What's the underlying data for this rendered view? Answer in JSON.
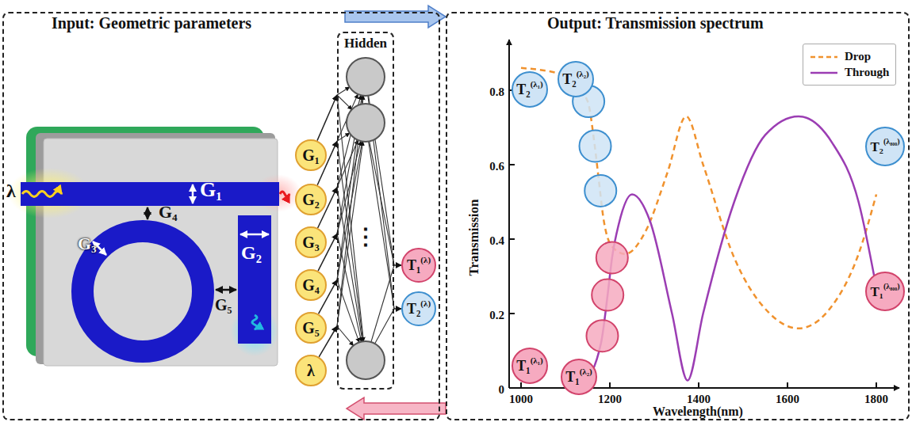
{
  "diagram": {
    "nodes": [
      {
        "text": [
          "Input: Geometric parameters"
        ]
      },
      {
        "text": [
          "G₁"
        ],
        "in": 0
      },
      {
        "text": [
          "G₂"
        ],
        "in": 0
      },
      {
        "text": [
          "G₃"
        ],
        "in": 0
      },
      {
        "text": [
          "G₄"
        ],
        "in": 0
      },
      {
        "text": [
          "G₅"
        ],
        "in": 0
      },
      {
        "text": [
          "λ"
        ],
        "in": 0
      },
      {
        "text": [
          "Hidden",
          "⋮"
        ],
        "in": 0
      },
      {
        "text": [
          "T₁",
          "(λ)"
        ],
        "in": 0
      },
      {
        "text": [
          "T₂",
          "(λ)"
        ],
        "in": 0
      },
      {
        "text": [
          "Output: Transmission spectrum"
        ]
      },
      {
        "text": [
          "T₂",
          "(λ₁)"
        ],
        "in": 10
      },
      {
        "text": [
          "T₂",
          "(λ₂)"
        ],
        "in": 10
      },
      {
        "text": [
          "T₁",
          "(λ₁)"
        ],
        "in": 10
      },
      {
        "text": [
          "T₁",
          "(λ₂)"
        ],
        "in": 10
      },
      {
        "text": [
          "T₂",
          "(λ₈₀₀)"
        ],
        "in": 10
      },
      {
        "text": [
          "T₁",
          "(λ₈₀₀)"
        ],
        "in": 10
      }
    ],
    "edges": [
      {
        "from": 1,
        "to": 7,
        "arrow": "to"
      },
      {
        "from": 2,
        "to": 7,
        "arrow": "to"
      },
      {
        "from": 3,
        "to": 7,
        "arrow": "to"
      },
      {
        "from": 4,
        "to": 7,
        "arrow": "to"
      },
      {
        "from": 5,
        "to": 7,
        "arrow": "to"
      },
      {
        "from": 6,
        "to": 7,
        "arrow": "to"
      },
      {
        "from": 7,
        "to": 8,
        "arrow": "to"
      },
      {
        "from": 7,
        "to": 9,
        "arrow": "to"
      },
      {
        "from": 0,
        "to": 10,
        "arrow": "to"
      },
      {
        "from": 10,
        "to": 0,
        "arrow": "to"
      }
    ],
    "labels": [
      "λ",
      "G₁",
      "G₄",
      "G₃",
      "G₂",
      "G₅",
      "Transmission",
      "0",
      "0.2",
      "0.4",
      "0.6",
      "0.8",
      "1000",
      "1200",
      "1400",
      "1600",
      "1800",
      "Wavelength(nm)"
    ],
    "legend": [
      {
        "text": "Drop"
      },
      {
        "text": "Through"
      }
    ]
  }
}
